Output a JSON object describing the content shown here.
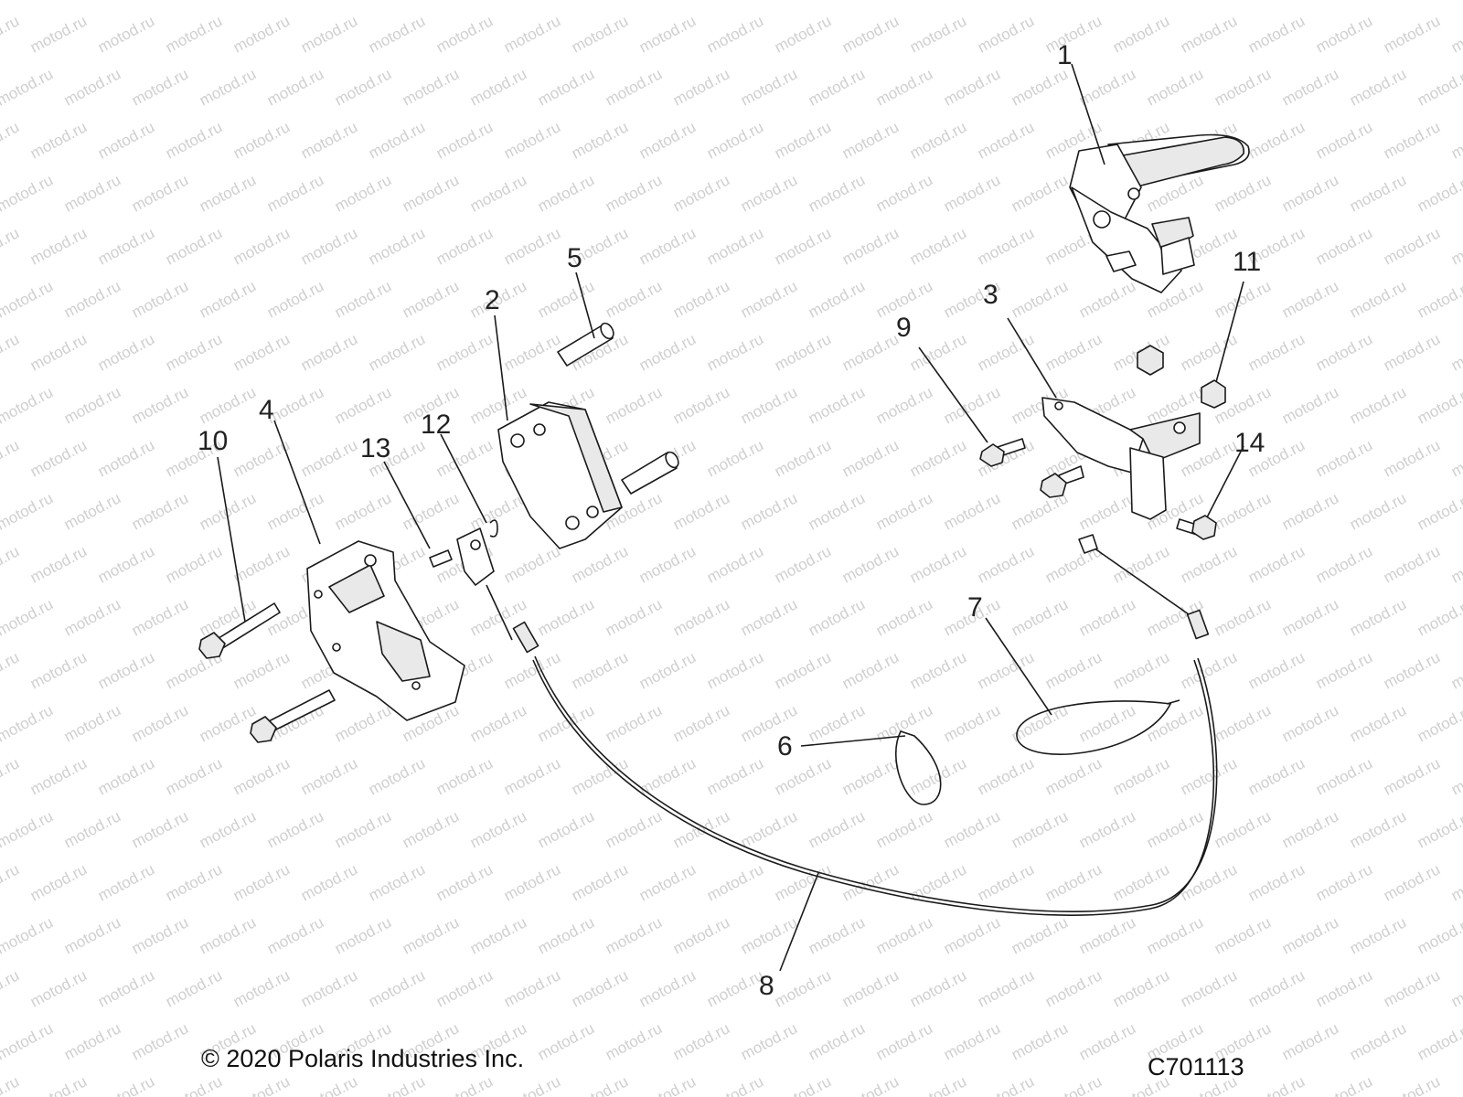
{
  "diagram": {
    "watermark_text": "motod.ru",
    "callouts": [
      {
        "id": "1",
        "label": "1"
      },
      {
        "id": "2",
        "label": "2"
      },
      {
        "id": "3",
        "label": "3"
      },
      {
        "id": "4",
        "label": "4"
      },
      {
        "id": "5",
        "label": "5"
      },
      {
        "id": "6",
        "label": "6"
      },
      {
        "id": "7",
        "label": "7"
      },
      {
        "id": "8",
        "label": "8"
      },
      {
        "id": "9",
        "label": "9"
      },
      {
        "id": "10",
        "label": "10"
      },
      {
        "id": "11",
        "label": "11"
      },
      {
        "id": "12",
        "label": "12"
      },
      {
        "id": "13",
        "label": "13"
      },
      {
        "id": "14",
        "label": "14"
      }
    ]
  },
  "footer": {
    "copyright": "© 2020 Polaris Industries Inc.",
    "drawing_code": "C701113"
  }
}
